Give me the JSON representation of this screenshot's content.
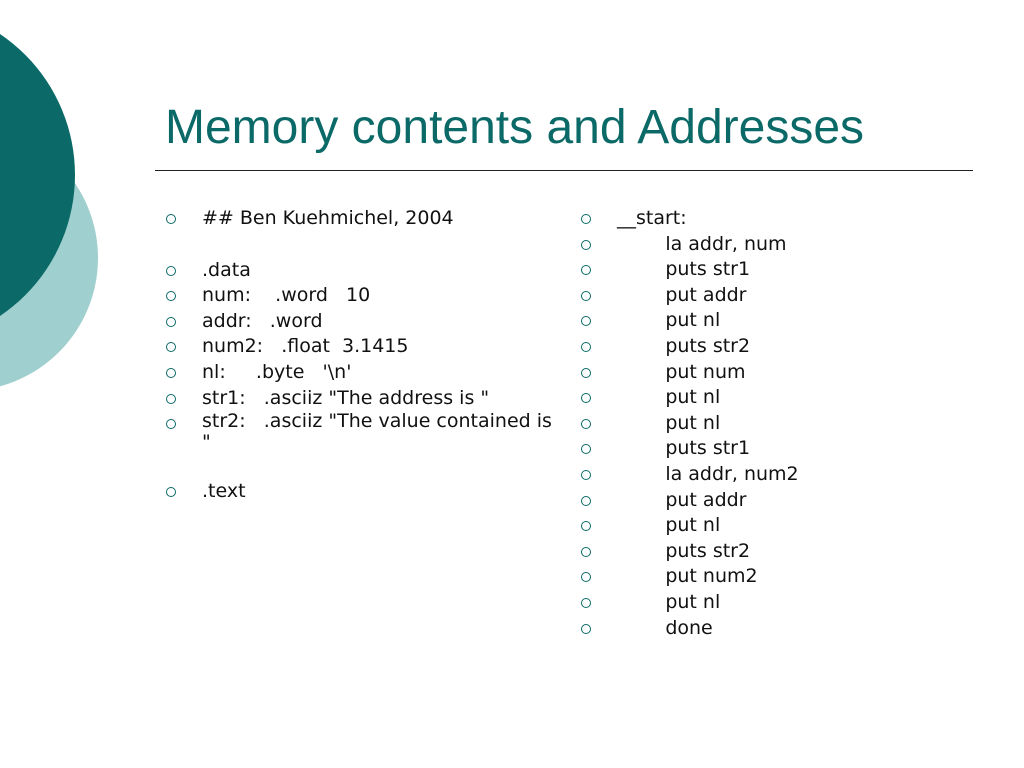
{
  "slide": {
    "title": "Memory contents and Addresses",
    "colors": {
      "title": "#0b6a67",
      "circle_dark": "#0b6a67",
      "circle_light": "#9fcfcf"
    },
    "bullet_icon": "hollow-circle-bullet",
    "left_items": [
      "## Ben Kuehmichel, 2004",
      ".data",
      "num:    .word   10",
      "addr:   .word",
      "num2:   .float  3.1415",
      "nl:     .byte   '\\n'",
      "str1:   .asciiz \"The address is \"",
      "str2:   .asciiz \"The value contained is \"",
      ".text"
    ],
    "right_items": [
      "__start:",
      "        la addr, num",
      "        puts str1",
      "        put addr",
      "        put nl",
      "        puts str2",
      "        put num",
      "        put nl",
      "        put nl",
      "        puts str1",
      "        la addr, num2",
      "        put addr",
      "        put nl",
      "        puts str2",
      "        put num2",
      "        put nl",
      "        done"
    ]
  }
}
